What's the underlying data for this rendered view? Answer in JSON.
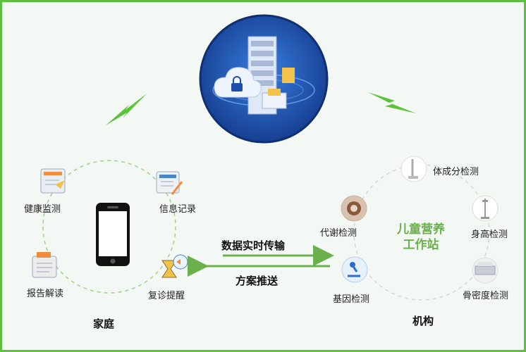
{
  "home": {
    "title": "家庭",
    "items": [
      "健康监测",
      "信息记录",
      "报告解读",
      "复诊提醒"
    ]
  },
  "institution": {
    "title": "机构",
    "center_label_line1": "儿童营养",
    "center_label_line2": "工作站",
    "items": [
      "体成分检测",
      "代谢检测",
      "身高检测",
      "基因检测",
      "骨密度检测"
    ]
  },
  "arrows": {
    "to_institution": "数据实时传输",
    "to_home": "方案推送"
  },
  "colors": {
    "accent_green": "#6ab04c",
    "border_green": "#5fbf3f",
    "cloud_blue": "#1d4fa8",
    "dashed_circle": "#9fd08a"
  }
}
